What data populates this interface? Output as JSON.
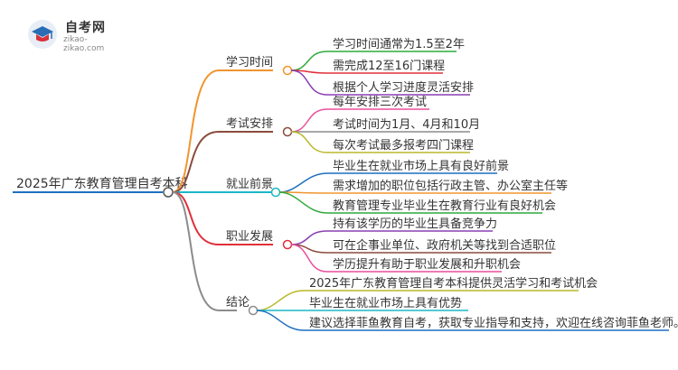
{
  "logo": {
    "title": "自考网",
    "url": "zikao-zikao.com"
  },
  "mindmap": {
    "root": "2025年广东教育管理自考本科",
    "branches": [
      {
        "label": "学习时间",
        "color": "#f0952e",
        "children": [
          {
            "text": "学习时间通常为1.5至2年",
            "color": "#2faa3c"
          },
          {
            "text": "需完成12至16门课程",
            "color": "#e0303a"
          },
          {
            "text": "根据个人学习进度灵活安排",
            "color": "#8a3fb3"
          }
        ]
      },
      {
        "label": "考试安排",
        "color": "#8a4b3c",
        "children": [
          {
            "text": "每年安排三次考试",
            "color": "#ea4f9a"
          },
          {
            "text": "考试时间为1月、4月和10月",
            "color": "#8c8c8c"
          },
          {
            "text": "每次考试最多报考四门课程",
            "color": "#b8b82a"
          }
        ]
      },
      {
        "label": "就业前景",
        "color": "#1ab8c7",
        "children": [
          {
            "text": "毕业生在就业市场上具有良好前景",
            "color": "#1e6fc0"
          },
          {
            "text": "需求增加的职位包括行政主管、办公室主任等",
            "color": "#f0952e"
          },
          {
            "text": "教育管理专业毕业生在教育行业有良好机会",
            "color": "#2faa3c"
          }
        ]
      },
      {
        "label": "职业发展",
        "color": "#e0303a",
        "children": [
          {
            "text": "持有该学历的毕业生具备竞争力",
            "color": "#8a3fb3"
          },
          {
            "text": "可在企事业单位、政府机关等找到合适职位",
            "color": "#8a4b3c"
          },
          {
            "text": "学历提升有助于职业发展和升职机会",
            "color": "#ea4f9a"
          }
        ]
      },
      {
        "label": "结论",
        "color": "#8c8c8c",
        "children": [
          {
            "text": "2025年广东教育管理自考本科提供灵活学习和考试机会",
            "color": "#b8b82a"
          },
          {
            "text": "毕业生在就业市场上具有优势",
            "color": "#1ab8c7"
          },
          {
            "text": "建议选择菲鱼教育自考，获取专业指导和支持，欢迎在线咨询菲鱼老师。",
            "color": "#1e6fc0"
          }
        ]
      }
    ]
  }
}
